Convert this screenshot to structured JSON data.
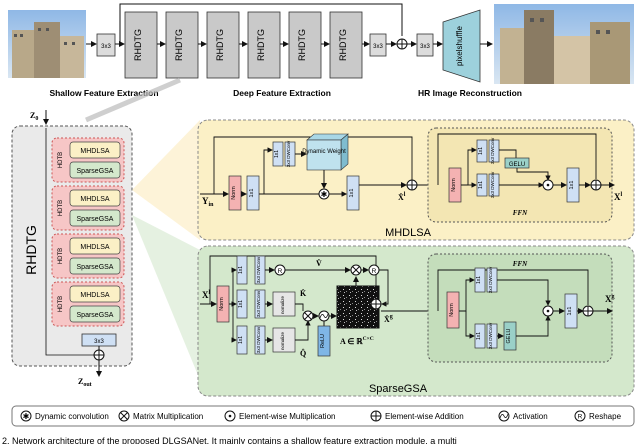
{
  "top": {
    "conv_in": "3x3",
    "rhdtg_blocks": [
      "RHDTG",
      "RHDTG",
      "RHDTG",
      "RHDTG",
      "RHDTG",
      "RHDTG"
    ],
    "conv_mid": "3x3",
    "conv_out": "3x3",
    "upsampler": "pixelshuffle",
    "stage_shallow": "Shallow Feature Extraction",
    "stage_deep": "Deep Feature Extraction",
    "stage_recon": "HR Image Reconstruction"
  },
  "rhdtg": {
    "title": "RHDTG",
    "z0": "Z",
    "z0_sub": "0",
    "zout": "Z",
    "zout_sub": "out",
    "hdtb_label": "HDTB",
    "mhdlsa": "MHDLSA",
    "sparsegsa": "SparseGSA",
    "conv": "3x3"
  },
  "mhdlsa": {
    "title": "MHDLSA",
    "input": "Y",
    "input_sub": "in",
    "norm": "Norm",
    "conv1": "1x1",
    "dwconv_top": "3x3 DWConv",
    "dwconv_bot": "3x3 DWConv",
    "dyn_weight": "Dynamic Weight",
    "xhat": "X̂",
    "xhat_sup": "l",
    "ffn_title": "FFN",
    "gelu": "GELU",
    "out": "X",
    "out_sup": "l"
  },
  "sparsegsa": {
    "title": "SparseGSA",
    "input": "X",
    "input_sup": "l",
    "norm": "Norm",
    "conv1": "1x1",
    "dwconv": "3x3 DWConv",
    "normalize": "nomalize",
    "v": "V̂",
    "k": "K̂",
    "q": "Q̂",
    "relu": "ReLU",
    "attn": "A ∈ ℝ",
    "attn_sup": "C×C",
    "r": "R",
    "xhat": "X̂",
    "xhat_sup": "g",
    "ffn_title": "FFN",
    "gelu": "GELU",
    "out": "X",
    "out_sup": "g"
  },
  "legend": [
    "Dynamic convolution",
    "Matrix Multiplication",
    "Element-wise Multiplication",
    "Element-wise Addition",
    "Activation",
    "Reshape"
  ],
  "caption": "2. Network architecture of the proposed DLGSANet. It mainly contains a shallow feature extraction module, a multi"
}
